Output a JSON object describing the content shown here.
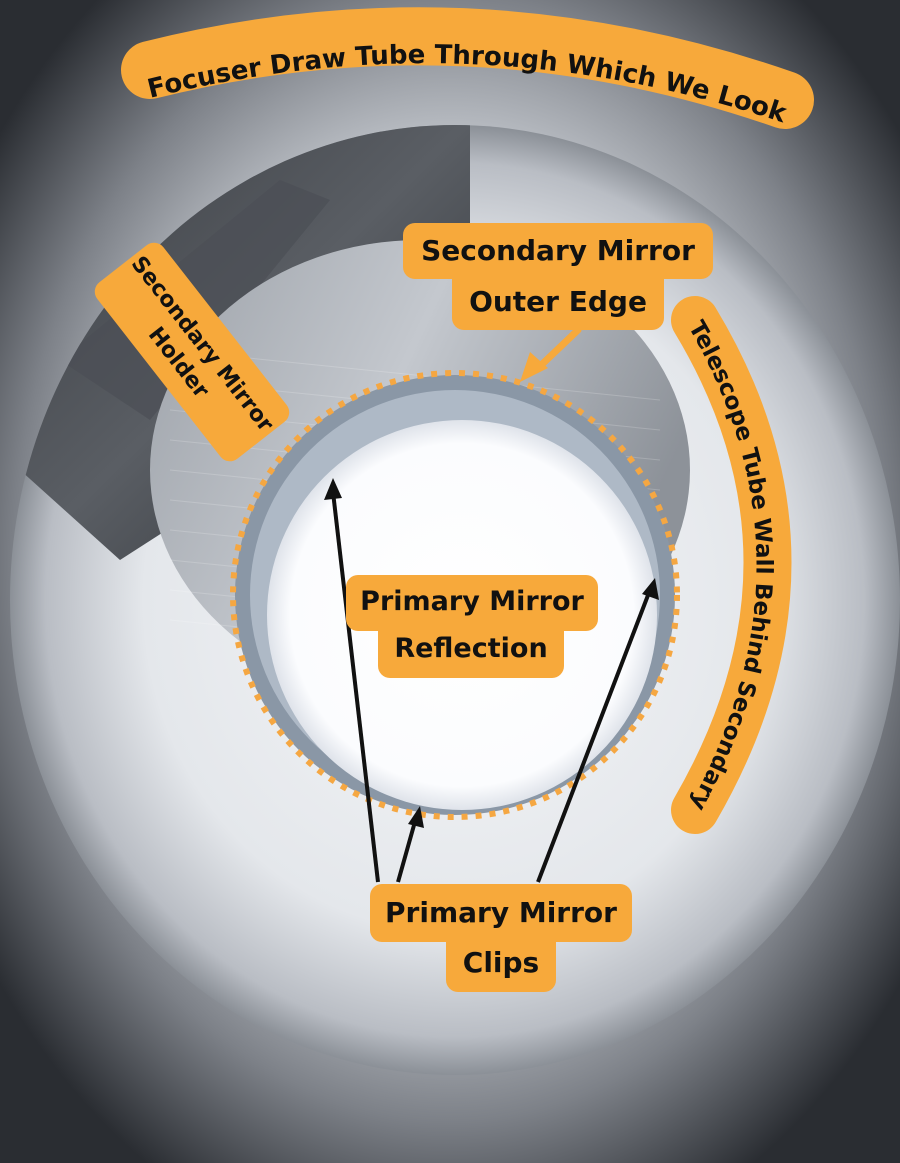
{
  "labels": {
    "focuser_draw_tube": "Focuser Draw Tube Through Which We Look",
    "secondary_outer_line1": "Secondary Mirror",
    "secondary_outer_line2": "Outer Edge",
    "secondary_holder_line1": "Secondary Mirror",
    "secondary_holder_line2": "Holder",
    "tube_wall": "Telescope Tube Wall Behind Secondary",
    "primary_reflection_line1": "Primary Mirror",
    "primary_reflection_line2": "Reflection",
    "primary_clips_line1": "Primary Mirror",
    "primary_clips_line2": "Clips"
  },
  "colors": {
    "label_bg": "#f7a93b",
    "label_text": "#111111",
    "dotted_outline": "#f5a742",
    "arrow": "#111111"
  }
}
